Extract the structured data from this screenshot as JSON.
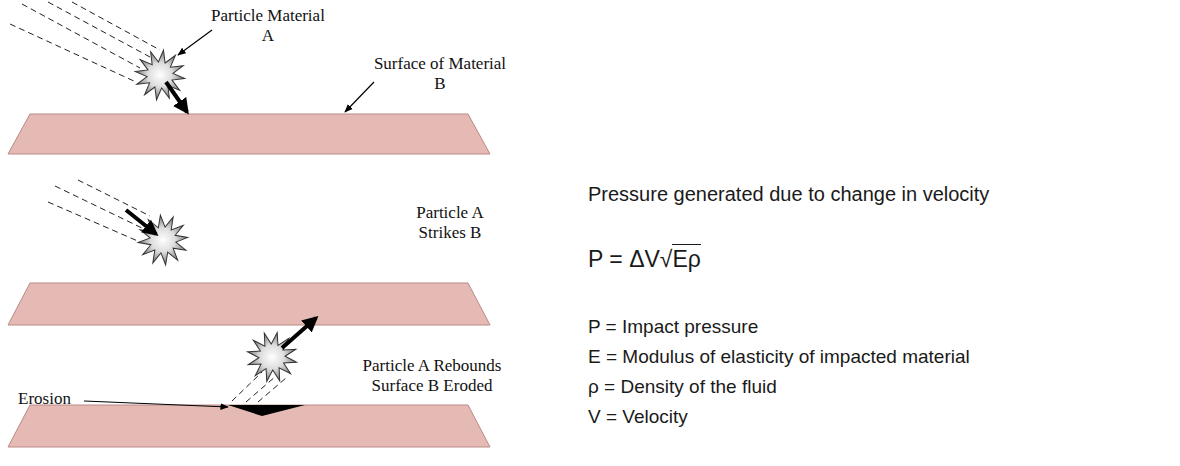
{
  "diagram": {
    "labels": [
      "Particle Material A",
      "Surface of Material B",
      "Particle A Strikes B",
      "Erosion",
      "Particle A Rebounds Surface B Eroded",
      "Pressure generated due to change in velocity",
      "P = ΔV√Eρ",
      "P = Impact pressure",
      "E = Modulus of elasticity of impacted material",
      "ρ = Density of the fluid",
      "V = Velocity"
    ]
  }
}
